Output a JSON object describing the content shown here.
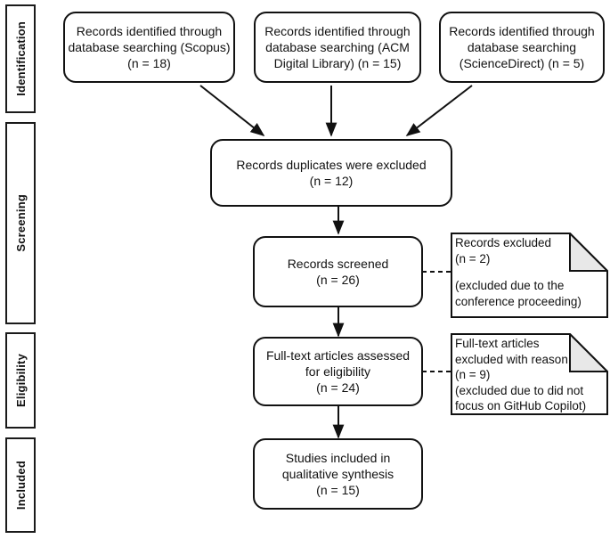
{
  "diagram": {
    "title": "PRISMA flow diagram",
    "stroke_color": "#111111",
    "fold_fill_color": "#e8e8e8",
    "background_color": "#ffffff"
  },
  "stages": [
    {
      "label": "Identification"
    },
    {
      "label": "Screening"
    },
    {
      "label": "Eligibility"
    },
    {
      "label": "Included"
    }
  ],
  "sources": [
    {
      "name": "scopus",
      "line1": "Records identified through",
      "line2": "database searching (Scopus)",
      "line3": "(n = 18)",
      "count": 18
    },
    {
      "name": "acm",
      "line1": "Records identified through",
      "line2": "database searching (ACM",
      "line3": "Digital Library) (n = 15)",
      "count": 15
    },
    {
      "name": "sciencedirect",
      "line1": "Records identified through",
      "line2": "database searching",
      "line3": "(ScienceDirect) (n = 5)",
      "count": 5
    }
  ],
  "flow": {
    "duplicates": {
      "line1": "Records duplicates were excluded",
      "line2": "(n = 12)",
      "count": 12
    },
    "screened": {
      "line1": "Records screened",
      "line2": "(n = 26)",
      "count": 26
    },
    "fulltext": {
      "line1": "Full-text articles assessed",
      "line2": "for eligibility",
      "line3": "(n = 24)",
      "count": 24
    },
    "included": {
      "line1": "Studies included in",
      "line2": "qualitative synthesis",
      "line3": "(n = 15)",
      "count": 15
    }
  },
  "notes": {
    "screening_excluded": {
      "line1": "Records excluded",
      "line2": "(n = 2)",
      "line3": "(excluded due to the",
      "line4": "conference proceeding)",
      "count": 2
    },
    "eligibility_excluded": {
      "line1": "Full-text articles",
      "line2": "excluded with reason",
      "line3": "(n = 9)",
      "line4": "(excluded due to did not",
      "line5": "focus on GitHub Copilot)",
      "count": 9
    }
  }
}
